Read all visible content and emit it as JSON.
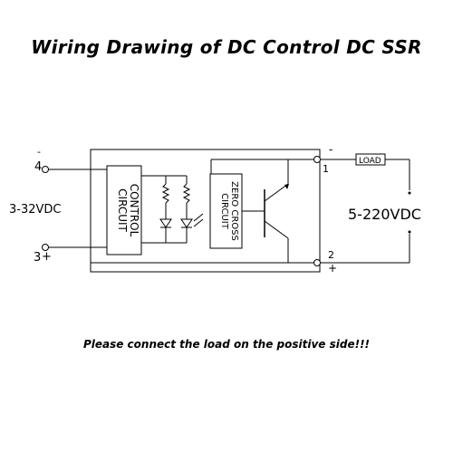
{
  "title": "Wiring Drawing of DC Control DC SSR",
  "note": "Please connect the load on the positive side!!!",
  "input": {
    "voltage": "3-32VDC",
    "terminal_minus_number": "4",
    "terminal_minus_sign": "-",
    "terminal_plus_number": "3",
    "terminal_plus_sign": "+"
  },
  "control_circuit": {
    "line1": "CONTROL",
    "line2": "CIRCUIT"
  },
  "zero_cross": {
    "line1": "ZERO CROSS",
    "line2": "CIRCUIT"
  },
  "output": {
    "voltage": "5-220VDC",
    "load_label": "LOAD",
    "terminal1_number": "1",
    "terminal1_sign": "-",
    "terminal2_number": "2",
    "terminal2_sign": "+"
  }
}
